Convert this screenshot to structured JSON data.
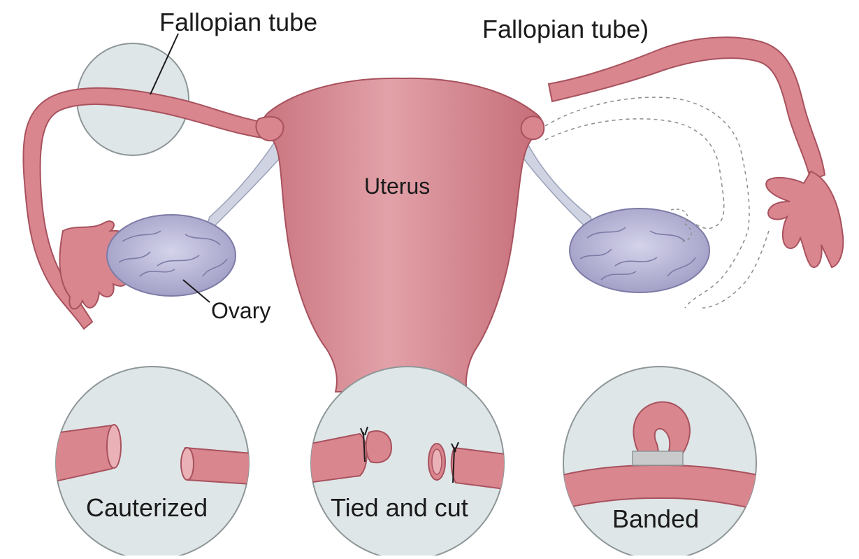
{
  "labels": {
    "fallopian_tube_left": "Fallopian tube",
    "fallopian_tube_right": "Fallopian tube)",
    "uterus": "Uterus",
    "ovary": "Ovary",
    "cauterized": "Cauterized",
    "tied_and_cut": "Tied and cut",
    "banded": "Banded"
  },
  "colors": {
    "tissue": "#d9868f",
    "tissue_dark": "#a8525e",
    "tissue_light": "#eab2b6",
    "ovary": "#b9b7d6",
    "ovary_line": "#7d7ba6",
    "ligament": "#cfd3e2",
    "circle_fill": "#dfe6e8",
    "circle_stroke": "#8e9698",
    "band": "#c9cacb",
    "dashed": "#8c8c8c"
  }
}
